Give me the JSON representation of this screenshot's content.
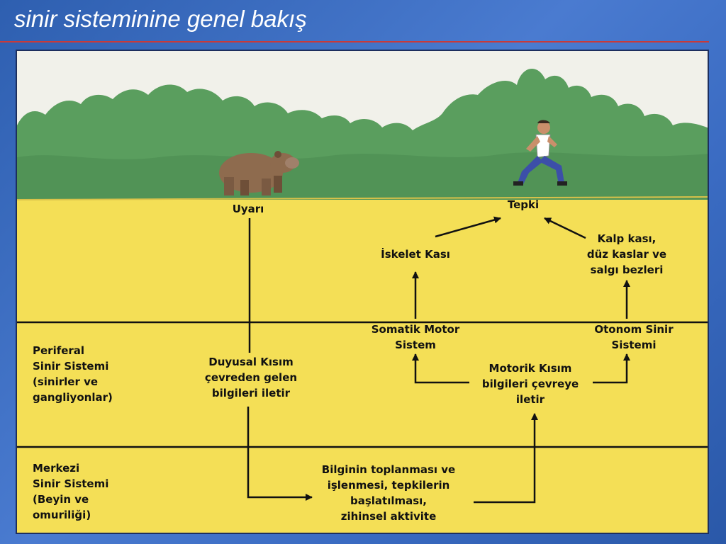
{
  "slide": {
    "title": "sinir sisteminine genel bakış"
  },
  "diagram": {
    "stimulus": "Uyarı",
    "response": "Tepki",
    "skeletal_muscle": "İskelet Kası",
    "effectors": "Kalp kası,\ndüz kaslar ve\nsalgı bezleri",
    "somatic_motor": "Somatik Motor\nSistem",
    "autonomic": "Otonom Sinir\nSistemi",
    "peripheral": "Periferal\nSinir Sistemi\n(sinirler ve\ngangliyonlar)",
    "sensory": "Duyusal Kısım\nçevreden gelen\nbilgileri iletir",
    "motor": "Motorik Kısım\nbilgileri çevreye\niletir",
    "central": "Merkezi\nSinir Sistemi\n(Beyin ve\nomuriliği)",
    "processing": "Bilginin toplanması ve\nişlenmesi, tepkilerin\nbaşlatılması,\nzihinsel aktivite"
  },
  "colors": {
    "background": "#3a6bc2",
    "panel": "#f4df56",
    "trees": "#5a9e5e",
    "sky": "#f1f1ea"
  }
}
